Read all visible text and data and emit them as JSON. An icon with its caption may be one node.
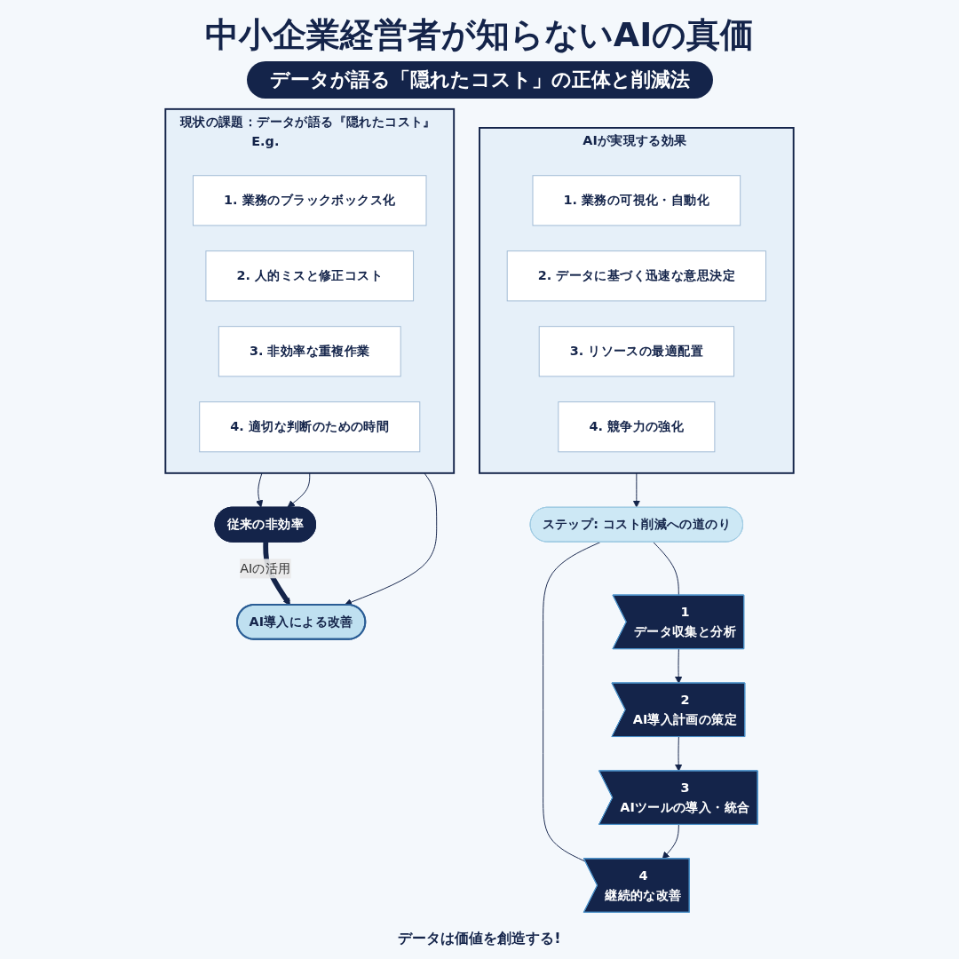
{
  "diagram": {
    "title": "中小企業経営者が知らないAIの真価",
    "caption": "データは価値を創造する!",
    "labels": [
      "データが語る「隠れたコスト」の正体と削減法"
    ],
    "nodes": [
      {
        "text": [
          "現状の課題：データが語る『隠れたコスト』",
          "E.g."
        ]
      },
      {
        "text": [
          "1. 業務のブラックボックス化"
        ],
        "in": 0
      },
      {
        "text": [
          "2. 人的ミスと修正コスト"
        ],
        "in": 0
      },
      {
        "text": [
          "3. 非効率な重複作業"
        ],
        "in": 0
      },
      {
        "text": [
          "4. 適切な判断のための時間"
        ],
        "in": 0
      },
      {
        "text": [
          "従来の非効率"
        ]
      },
      {
        "text": [
          "AI導入による改善"
        ]
      },
      {
        "text": [
          "AIが実現する効果"
        ]
      },
      {
        "text": [
          "1. 業務の可視化・自動化"
        ],
        "in": 7
      },
      {
        "text": [
          "2. データに基づく迅速な意思決定"
        ],
        "in": 7
      },
      {
        "text": [
          "3. リソースの最適配置"
        ],
        "in": 7
      },
      {
        "text": [
          "4. 競争力の強化"
        ],
        "in": 7
      },
      {
        "text": [
          "ステップ: コスト削減への道のり"
        ]
      },
      {
        "text": [
          "1",
          "データ収集と分析"
        ]
      },
      {
        "text": [
          "2",
          "AI導入計画の策定"
        ]
      },
      {
        "text": [
          "3",
          "AIツールの導入・統合"
        ]
      },
      {
        "text": [
          "4",
          "継続的な改善"
        ]
      }
    ],
    "edges": [
      {
        "from": 0,
        "to": 5,
        "arrow": "to"
      },
      {
        "from": 0,
        "to": 5,
        "arrow": "to"
      },
      {
        "from": 0,
        "to": 6,
        "arrow": "to"
      },
      {
        "from": 5,
        "to": 6,
        "label": "AIの活用",
        "arrow": "to",
        "style": "thick"
      },
      {
        "from": 7,
        "to": 12,
        "arrow": "to"
      },
      {
        "from": 12,
        "to": 13,
        "arrow": "none"
      },
      {
        "from": 12,
        "to": 16,
        "arrow": "none"
      },
      {
        "from": 13,
        "to": 14,
        "arrow": "to"
      },
      {
        "from": 14,
        "to": 15,
        "arrow": "to"
      },
      {
        "from": 15,
        "to": 16,
        "arrow": "to"
      }
    ]
  }
}
